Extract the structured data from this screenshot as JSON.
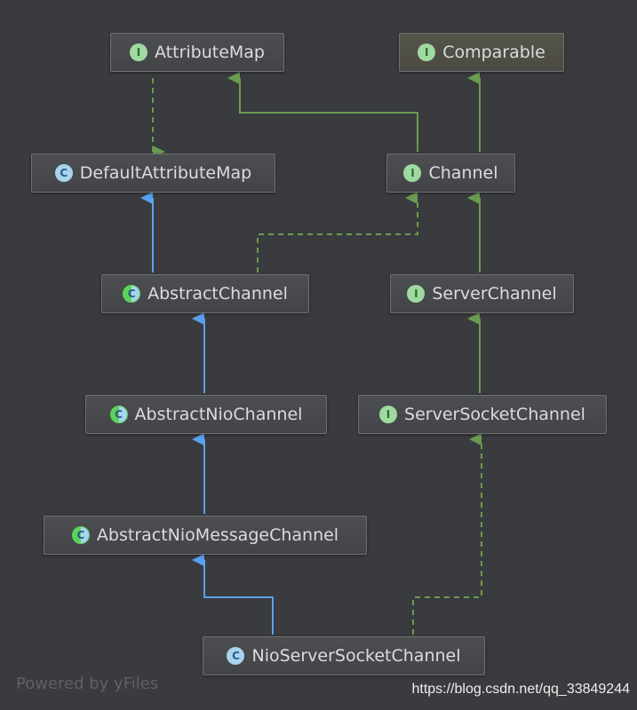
{
  "colors": {
    "background": "#393b3e",
    "implements_edge": "#6a9b50",
    "extends_edge": "#5aa0f0"
  },
  "nodes": {
    "attribute_map": {
      "label": "AttributeMap",
      "kind": "interface",
      "badge": "I"
    },
    "comparable": {
      "label": "Comparable",
      "kind": "interface",
      "badge": "I"
    },
    "default_attribute_map": {
      "label": "DefaultAttributeMap",
      "kind": "class",
      "badge": "C"
    },
    "channel": {
      "label": "Channel",
      "kind": "interface",
      "badge": "I"
    },
    "abstract_channel": {
      "label": "AbstractChannel",
      "kind": "abstract-class",
      "badge": "C"
    },
    "server_channel": {
      "label": "ServerChannel",
      "kind": "interface",
      "badge": "I"
    },
    "abstract_nio_channel": {
      "label": "AbstractNioChannel",
      "kind": "abstract-class",
      "badge": "C"
    },
    "server_socket_channel": {
      "label": "ServerSocketChannel",
      "kind": "interface",
      "badge": "I"
    },
    "abstract_nio_message_channel": {
      "label": "AbstractNioMessageChannel",
      "kind": "abstract-class",
      "badge": "C"
    },
    "nio_server_socket_channel": {
      "label": "NioServerSocketChannel",
      "kind": "class",
      "badge": "C"
    }
  },
  "footer": {
    "powered_by": "Powered by yFiles",
    "watermark": "https://blog.csdn.net/qq_33849244"
  }
}
